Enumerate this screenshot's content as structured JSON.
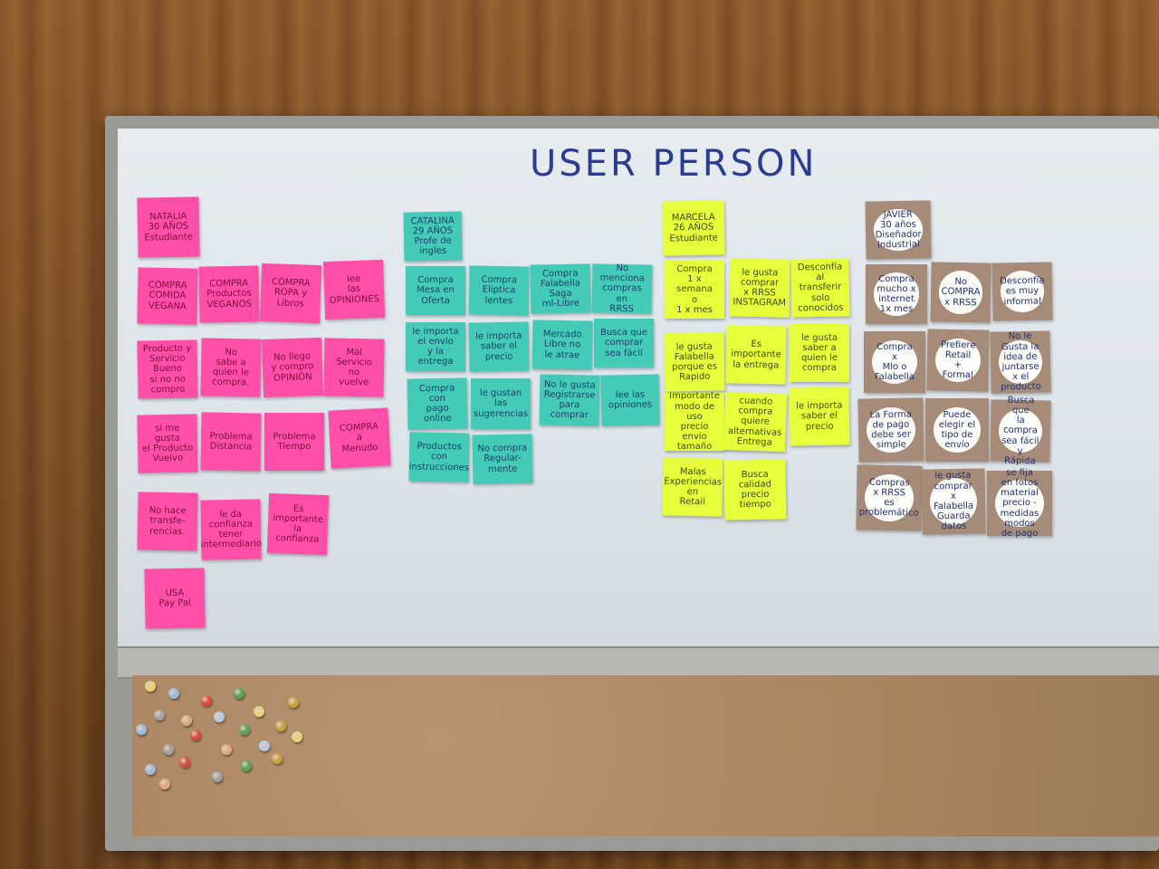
{
  "board": {
    "title": "USER PERSON"
  },
  "personas": [
    {
      "name": "Natalia",
      "color": "#ff4fa8",
      "notes": [
        "NATALIA\n30 AÑOS\nEstudiante",
        "COMPRA\nCOMIDA\nVEGANA",
        "COMPRA\nProductos\nVEGANOS",
        "COMPRA\nROPA y\nLibros",
        "lee\nlas\nOPINIONES",
        "Producto y\nServicio\nBueno\nsi no no\ncompro",
        "No\nsabe a\nquien le\ncompra.",
        "No llego\ny compro\nOPINIÓN",
        "Mal\nServicio\nno\nvuelve",
        "si me gusta\nel Producto\nVuelvo",
        "Problema\nDistancia",
        "Problema\nTiempo",
        "COMPRA\na\nMenudo",
        "No hace\ntransfe-\nrencias.",
        "le da\nconfianza\ntener\nintermediario",
        "Es\nimportante\nla\nconfianza",
        "USA\nPay Pal"
      ]
    },
    {
      "name": "Catalina",
      "color": "#43cbb8",
      "notes": [
        "CATALINA\n29 AÑOS\nProfe de\ningles",
        "Compra\nMesa en\nOferta",
        "Compra\nEliptica\nlentes",
        "Compra\nFalabella\nSaga\nml-Libre",
        "No menciona\ncompras\nen\nRRSS",
        "le importa\nel envío\ny la\nentrega",
        "le importa\nsaber el\nprecio",
        "Mercado\nLibre no\nle atrae",
        "Busca que\ncomprar\nsea fácil",
        "Compra con\npago\nonline",
        "le gustan\nlas\nsugerencias",
        "No le gusta\nRegistrarse\npara\ncomprar",
        "lee las\nopiniones",
        "Productos\ncon\ninstrucciones",
        "No compra\nRegular-\nmente"
      ]
    },
    {
      "name": "Marcela",
      "color": "#e7ff3a",
      "notes": [
        "MARCELA\n26 AÑOS\nEstudiante",
        "Compra\n1 x semana\no\n1 x mes",
        "le gusta\ncomprar\nx RRSS\nINSTAGRAM",
        "Desconfía\nal\ntransferir\nsolo\nconocidos",
        "le gusta\nFalabella\nporque es\nRapido",
        "Es\nimportante\nla entrega",
        "le gusta\nsaber a\nquien le\ncompra",
        "Importante\nmodo de uso\nprecio envio\ntamaño",
        "cuando\ncompra\nquiere\nalternativas\nEntrega",
        "le importa\nsaber el\nprecio",
        "Malas\nExperiencias\nen\nRetail",
        "Busca\ncalidad\nprecio\ntiempo"
      ]
    },
    {
      "name": "Javier",
      "color": "#a68c78",
      "notes": [
        "JAVIER\n30 años\nDiseñador\nIndustrial",
        "Compra\nmucho x\ninternet\n1x mes",
        "No\nCOMPRA\nx RRSS",
        "Desconfía\nes muy\ninformal",
        "Compra x\nMlo o\nFalabella",
        "Prefiere\nRetail\n+ Formal",
        "No le\nGusta la\nidea de\njuntarse\nx el producto",
        "La Forma\nde pago\ndebe ser\nsimple",
        "Puede\nelegir el\ntipo de\nenvío",
        "Busca que\nla compra\nsea fácil\ny Rápida",
        "Compras\nx RRSS\nes\nproblemático",
        "le gusta\ncomprar x\nFalabella\nGuarda\ndatos",
        "se fija\nen fotos\nmaterial\nprecio - medidas\nmodos de pago"
      ]
    }
  ],
  "pin_colors": [
    "#e8d07a",
    "#9bb8d8",
    "#d84a3a",
    "#5aa05a",
    "#c9a040",
    "#a0a0a0",
    "#e0a878",
    "#b8c8e0"
  ]
}
